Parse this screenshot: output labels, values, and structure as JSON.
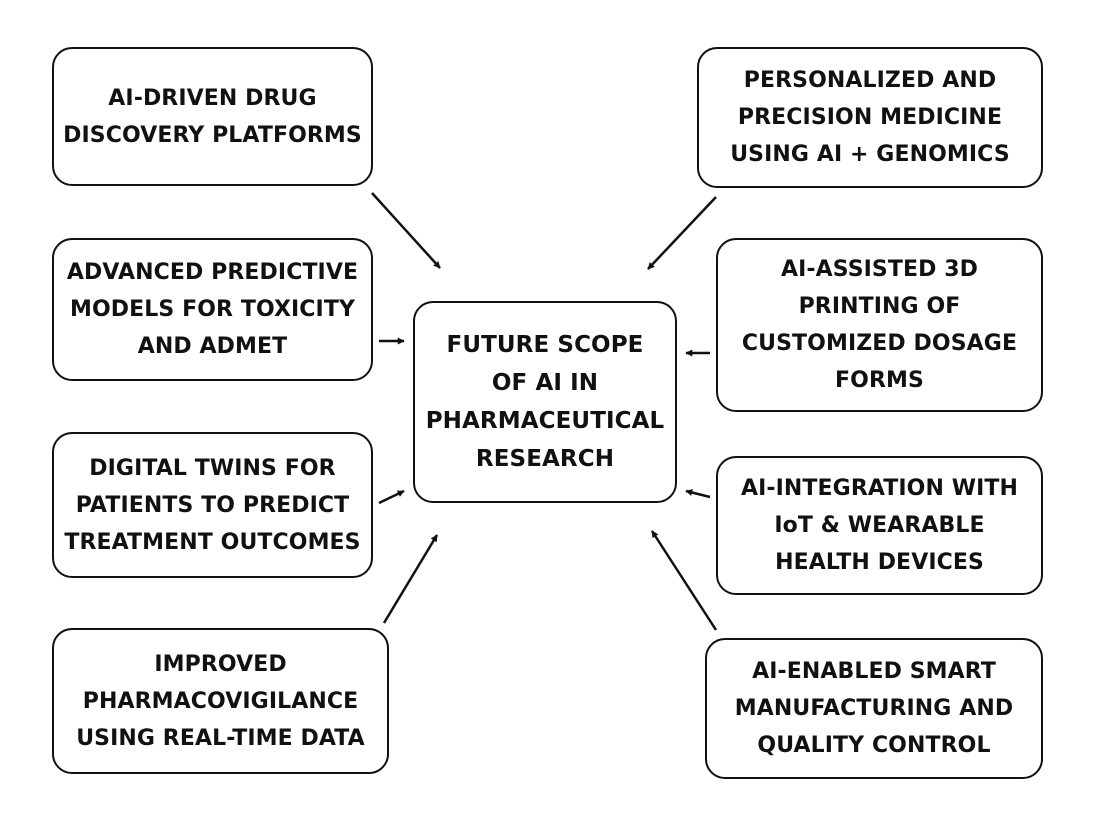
{
  "diagram": {
    "center": {
      "label": "FUTURE SCOPE\nOF AI IN\nPHARMACEUTICAL\nRESEARCH"
    },
    "nodes": [
      {
        "id": "ai-driven",
        "label": "AI-DRIVEN DRUG\nDISCOVERY PLATFORMS"
      },
      {
        "id": "personalized",
        "label": "PERSONALIZED AND\nPRECISION MEDICINE\nUSING AI + GENOMICS"
      },
      {
        "id": "predictive",
        "label": "ADVANCED PREDICTIVE\nMODELS FOR TOXICITY\nAND ADMET"
      },
      {
        "id": "3d-printing",
        "label": "AI-ASSISTED 3D\nPRINTING OF\nCUSTOMIZED DOSAGE\nFORMS"
      },
      {
        "id": "digital-twins",
        "label": "DIGITAL TWINS FOR\nPATIENTS TO PREDICT\nTREATMENT OUTCOMES"
      },
      {
        "id": "iot",
        "label": "AI-INTEGRATION WITH\nIoT & WEARABLE\nHEALTH DEVICES"
      },
      {
        "id": "pharmacovig",
        "label": "IMPROVED\nPHARMACOVIGILANCE\nUSING REAL-TIME DATA"
      },
      {
        "id": "manufacturing",
        "label": "AI-ENABLED SMART\nMANUFACTURING AND\nQUALITY CONTROL"
      }
    ],
    "edges": [
      {
        "from": "ai-driven",
        "to": "center"
      },
      {
        "from": "personalized",
        "to": "center"
      },
      {
        "from": "predictive",
        "to": "center"
      },
      {
        "from": "3d-printing",
        "to": "center"
      },
      {
        "from": "digital-twins",
        "to": "center"
      },
      {
        "from": "iot",
        "to": "center"
      },
      {
        "from": "pharmacovig",
        "to": "center"
      },
      {
        "from": "manufacturing",
        "to": "center"
      }
    ],
    "colors": {
      "stroke": "#111111",
      "background": "#ffffff"
    }
  }
}
